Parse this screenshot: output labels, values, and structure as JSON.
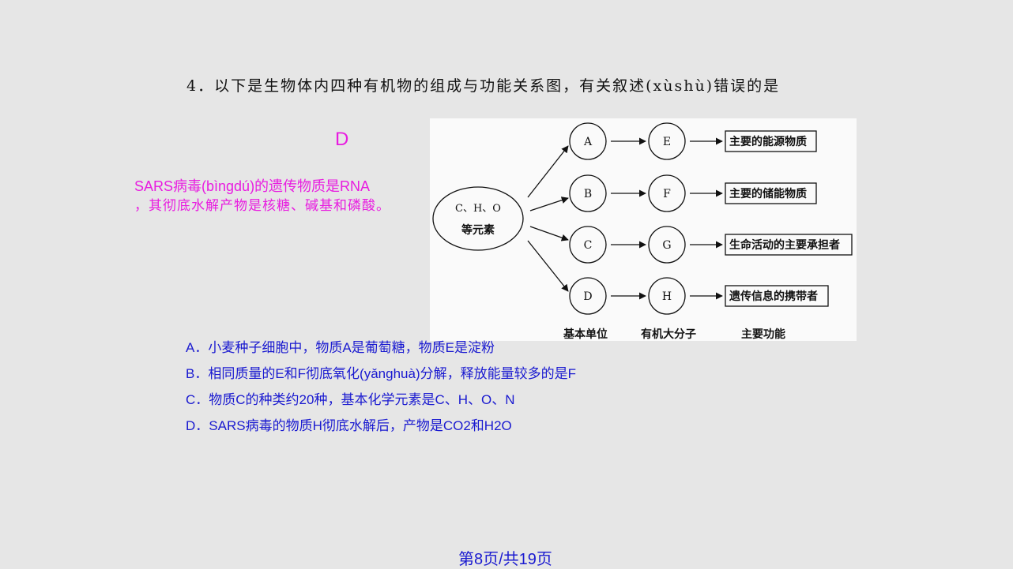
{
  "question": "4．以下是生物体内四种有机物的组成与功能关系图，有关叙述(xùshù)错误的是",
  "answer": "D",
  "explanation": {
    "line1": "SARS病毒(bìngdú)的遗传物质是RNA",
    "line2": "，其彻底水解产物是核糖、碱基和磷酸。"
  },
  "diagram": {
    "source": "C、H、O",
    "source2": "等元素",
    "units": [
      "A",
      "B",
      "C",
      "D"
    ],
    "macros": [
      "E",
      "F",
      "G",
      "H"
    ],
    "functions": [
      "主要的能源物质",
      "主要的储能物质",
      "生命活动的主要承担者",
      "遗传信息的携带者"
    ],
    "column_labels": [
      "基本单位",
      "有机大分子",
      "主要功能"
    ]
  },
  "options": [
    "A．小麦种子细胞中，物质A是葡萄糖，物质E是淀粉",
    "B．相同质量的E和F彻底氧化(yǎnghuà)分解，释放能量较多的是F",
    "C．物质C的种类约20种，基本化学元素是C、H、O、N",
    "D．SARS病毒的物质H彻底水解后，产物是CO2和H2O"
  ],
  "footer": "第8页/共19页"
}
